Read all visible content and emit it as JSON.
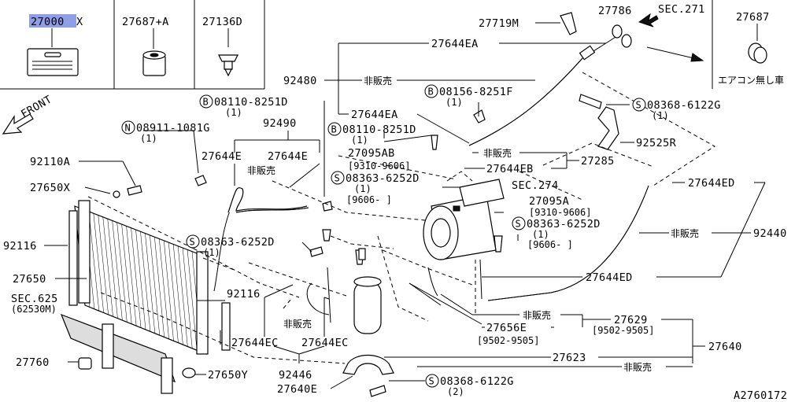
{
  "diagram_id": "A2760172",
  "highlight_color": "#8e9ee8",
  "inset": {
    "main_part": "27000",
    "main_part_suffix": "X",
    "part_a": "27687+A",
    "part_b": "27136D",
    "part_c": "27687",
    "note": "エアコン無し車"
  },
  "front_label": "FRONT",
  "sec_271": "SEC.271",
  "sec_274": "SEC.274",
  "sec_625": "SEC.625",
  "sec_625_sub": "(62530M)",
  "not_for_sale": "非販売",
  "labels": {
    "p27719M": "27719M",
    "p27786": "27786",
    "p27644EA_top": "27644EA",
    "p92480": "92480",
    "b08156": "08156-8251F",
    "b08156_qty": "(1)",
    "p27644EA_mid": "27644EA",
    "s08368_top": "08368-6122G",
    "s08368_top_qty": "(1)",
    "b08110_top": "08110-8251D",
    "b08110_top_qty": "(1)",
    "p92490": "92490",
    "b08110_mid": "08110-8251D",
    "b08110_mid_qty": "(1)",
    "n08911": "08911-1081G",
    "n08911_qty": "(1)",
    "p92525R": "92525R",
    "p27644E_left": "27644E",
    "p27644E_right": "27644E",
    "p27095AB": "27095AB",
    "p27095AB_range": "[9310-9606]",
    "p27285": "27285",
    "p92110A": "92110A",
    "p27644EB": "27644EB",
    "s08363_top": "08363-6252D",
    "s08363_top_qty": "(1)",
    "s08363_top_range": "[9606-   ]",
    "p27644ED_top": "27644ED",
    "p27650X": "27650X",
    "p27095A": "27095A",
    "p27095A_range": "[9310-9606]",
    "s08363_right": "08363-6252D",
    "s08363_right_qty": "(1)",
    "s08363_right_range": "[9606-   ]",
    "p92440": "92440",
    "p92116_left": "92116",
    "s08363_left": "08363-6252D",
    "s08363_left_qty": "(1)",
    "p27650": "27650",
    "p27644ED_bottom": "27644ED",
    "p92116_right": "92116",
    "p27629": "27629",
    "p27629_range": "[9502-9505]",
    "p27656E": "27656E",
    "p27656E_range": "[9502-9505]",
    "p27640": "27640",
    "p27644EC_left": "27644EC",
    "p27644EC_right": "27644EC",
    "p27760": "27760",
    "p27623": "27623",
    "p92446": "92446",
    "p27650Y": "27650Y",
    "p27640E": "27640E",
    "s08368_bottom": "08368-6122G",
    "s08368_bottom_qty": "(2)"
  }
}
